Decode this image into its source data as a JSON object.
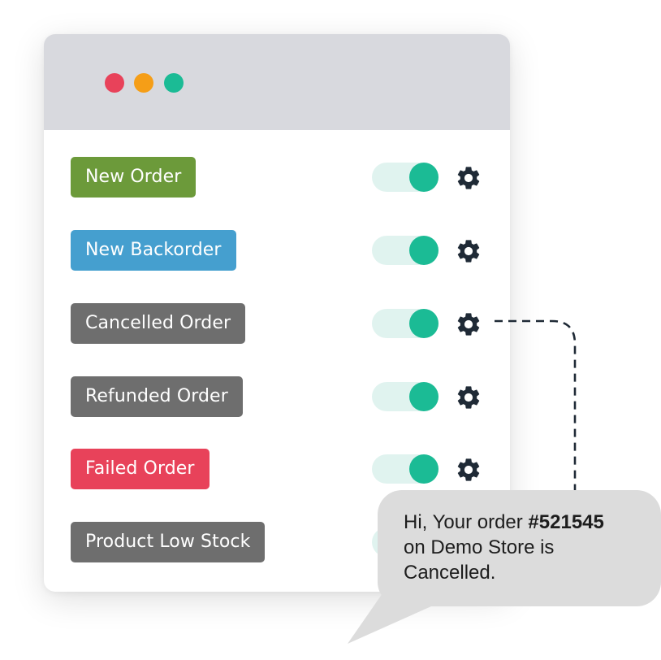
{
  "window": {
    "controls": [
      {
        "name": "close",
        "color": "#e8425a"
      },
      {
        "name": "minimize",
        "color": "#f59e17"
      },
      {
        "name": "maximize",
        "color": "#1bbb95"
      }
    ]
  },
  "notifications": [
    {
      "label": "New Order",
      "color": "#6c9a3a",
      "enabled": true,
      "has_settings": true
    },
    {
      "label": "New Backorder",
      "color": "#459fcf",
      "enabled": true,
      "has_settings": true
    },
    {
      "label": "Cancelled Order",
      "color": "#6e6e6e",
      "enabled": true,
      "has_settings": true
    },
    {
      "label": "Refunded Order",
      "color": "#6e6e6e",
      "enabled": true,
      "has_settings": true
    },
    {
      "label": "Failed Order",
      "color": "#e8425a",
      "enabled": true,
      "has_settings": true
    },
    {
      "label": "Product Low Stock",
      "color": "#6e6e6e",
      "enabled": true,
      "has_settings": false
    }
  ],
  "toggle_colors": {
    "track": "#e0f3ef",
    "knob": "#1bbb95"
  },
  "gear_icon": "gear-icon",
  "message": {
    "line1_prefix": "Hi, Your order ",
    "order_number": "#521545",
    "line2": "on Demo Store is",
    "line3": "Cancelled."
  }
}
